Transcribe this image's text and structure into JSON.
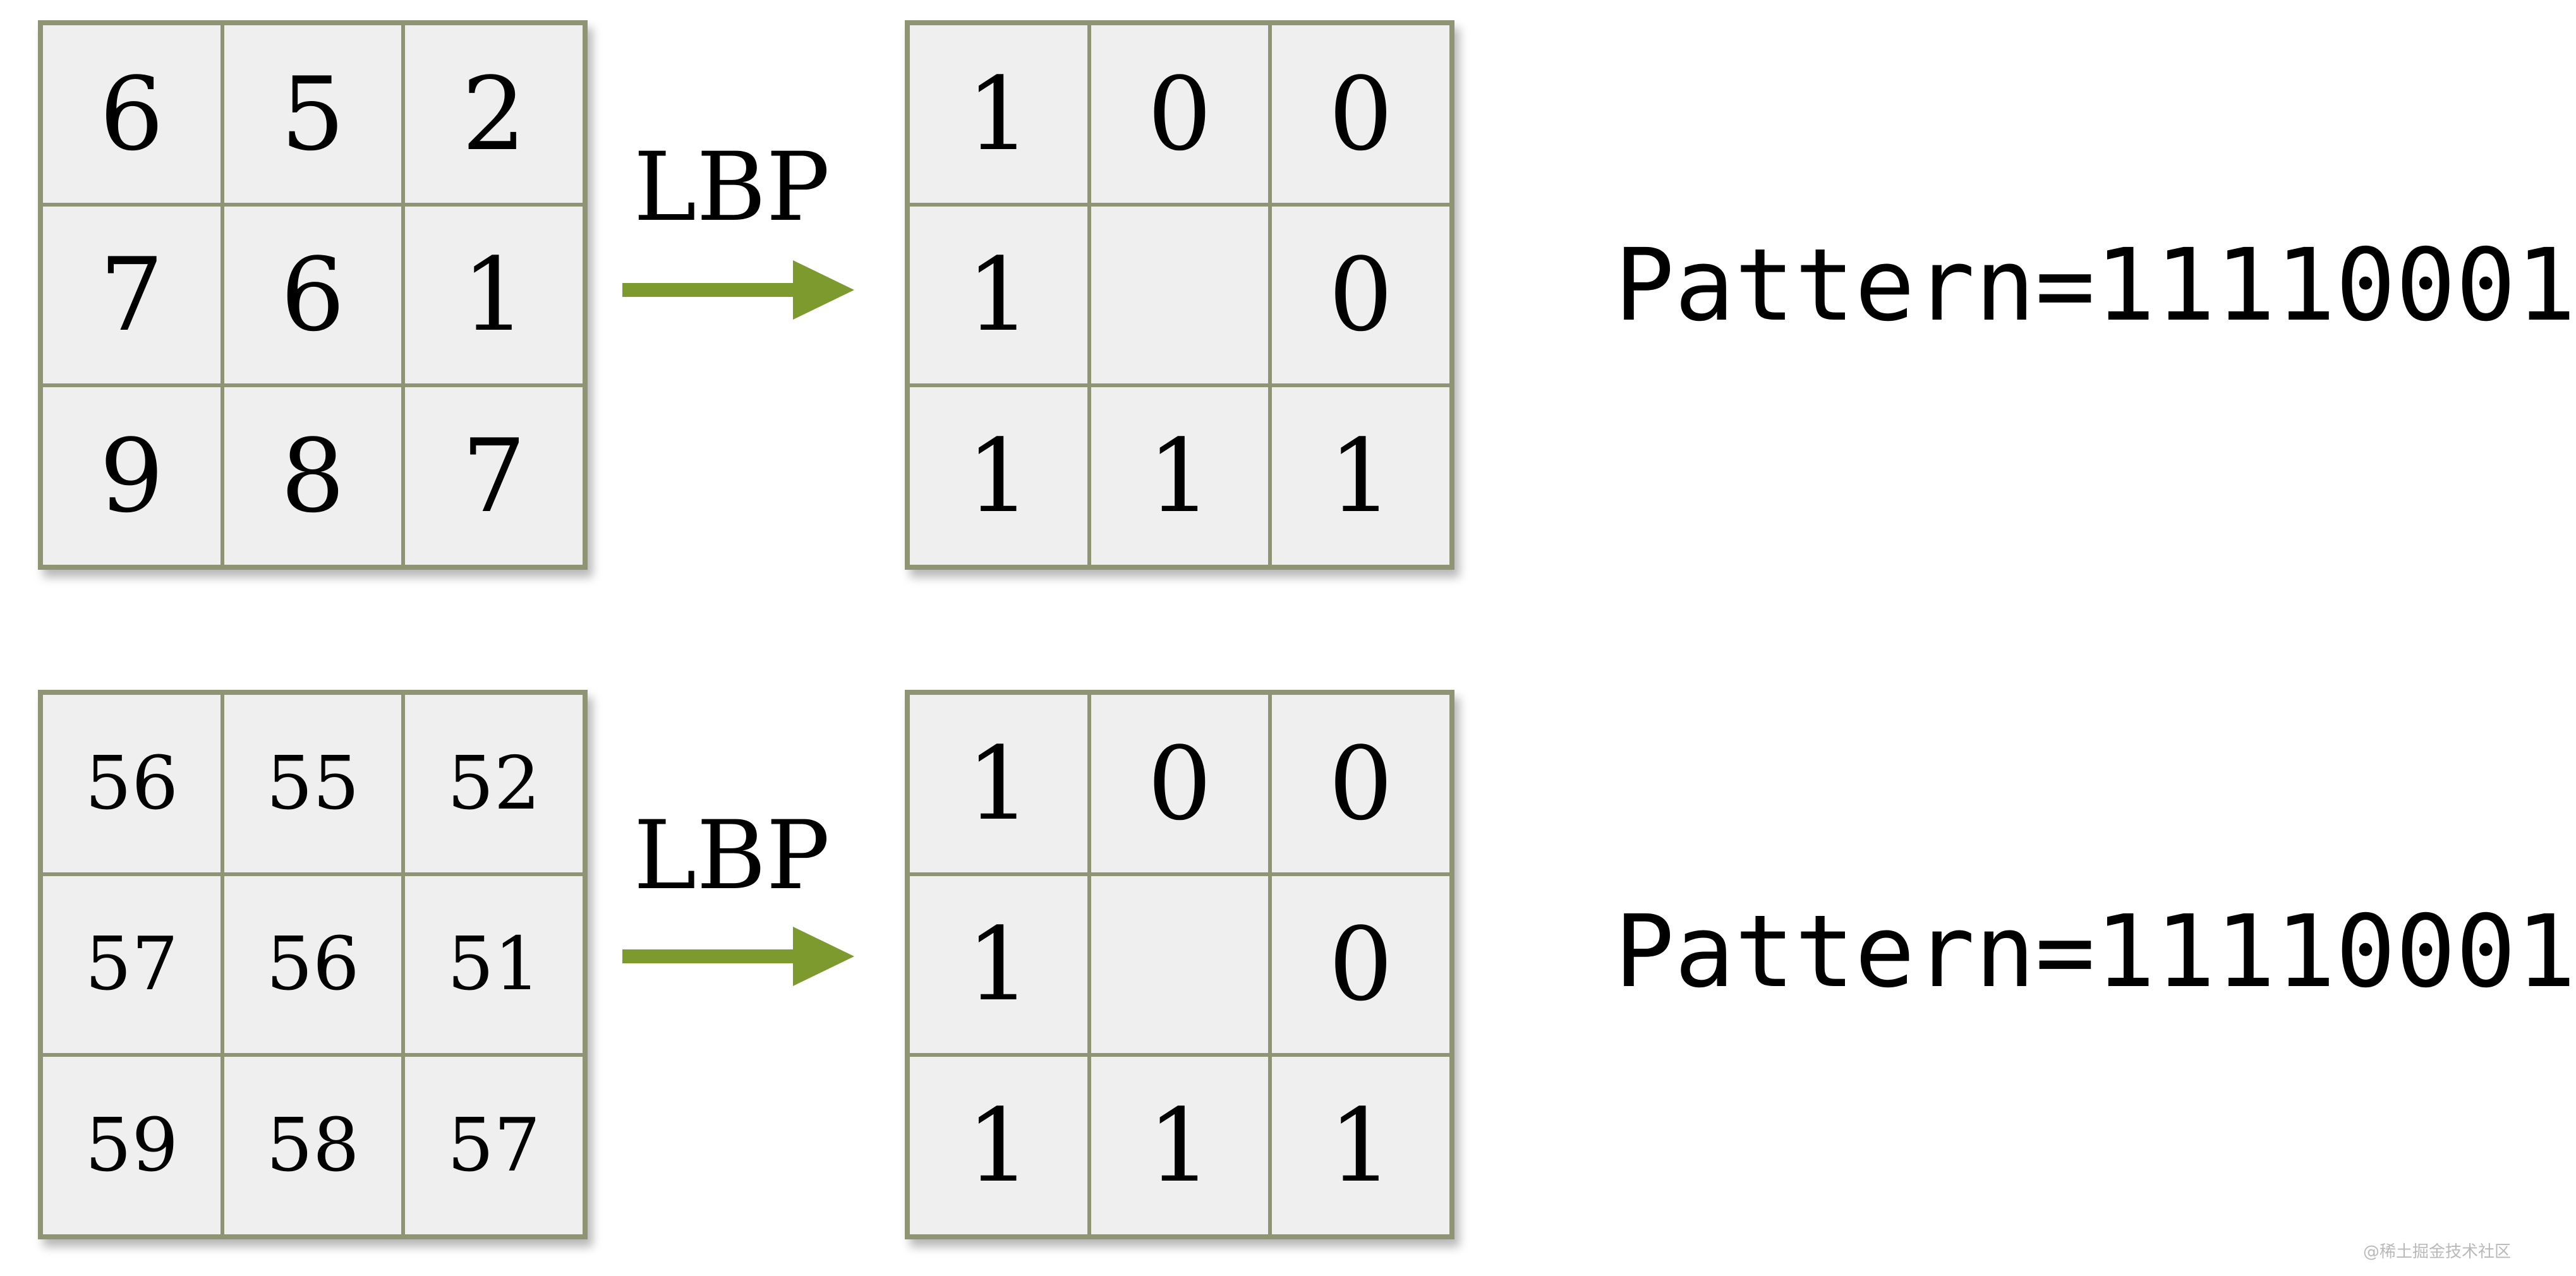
{
  "examples": [
    {
      "input": [
        "6",
        "5",
        "2",
        "7",
        "6",
        "1",
        "9",
        "8",
        "7"
      ],
      "output": [
        "1",
        "0",
        "0",
        "1",
        "",
        "0",
        "1",
        "1",
        "1"
      ],
      "lbp_label": "LBP",
      "pattern_label": "Pattern=11110001"
    },
    {
      "input": [
        "56",
        "55",
        "52",
        "57",
        "56",
        "51",
        "59",
        "58",
        "57"
      ],
      "output": [
        "1",
        "0",
        "0",
        "1",
        "",
        "0",
        "1",
        "1",
        "1"
      ],
      "lbp_label": "LBP",
      "pattern_label": "Pattern=11110001"
    }
  ],
  "watermark": "@稀土掘金技术社区",
  "colors": {
    "grid_border": "#8f9475",
    "cell_fill": "#efefef",
    "arrow": "#7c9a2e"
  },
  "icons": {
    "arrow": "right-arrow-icon"
  }
}
